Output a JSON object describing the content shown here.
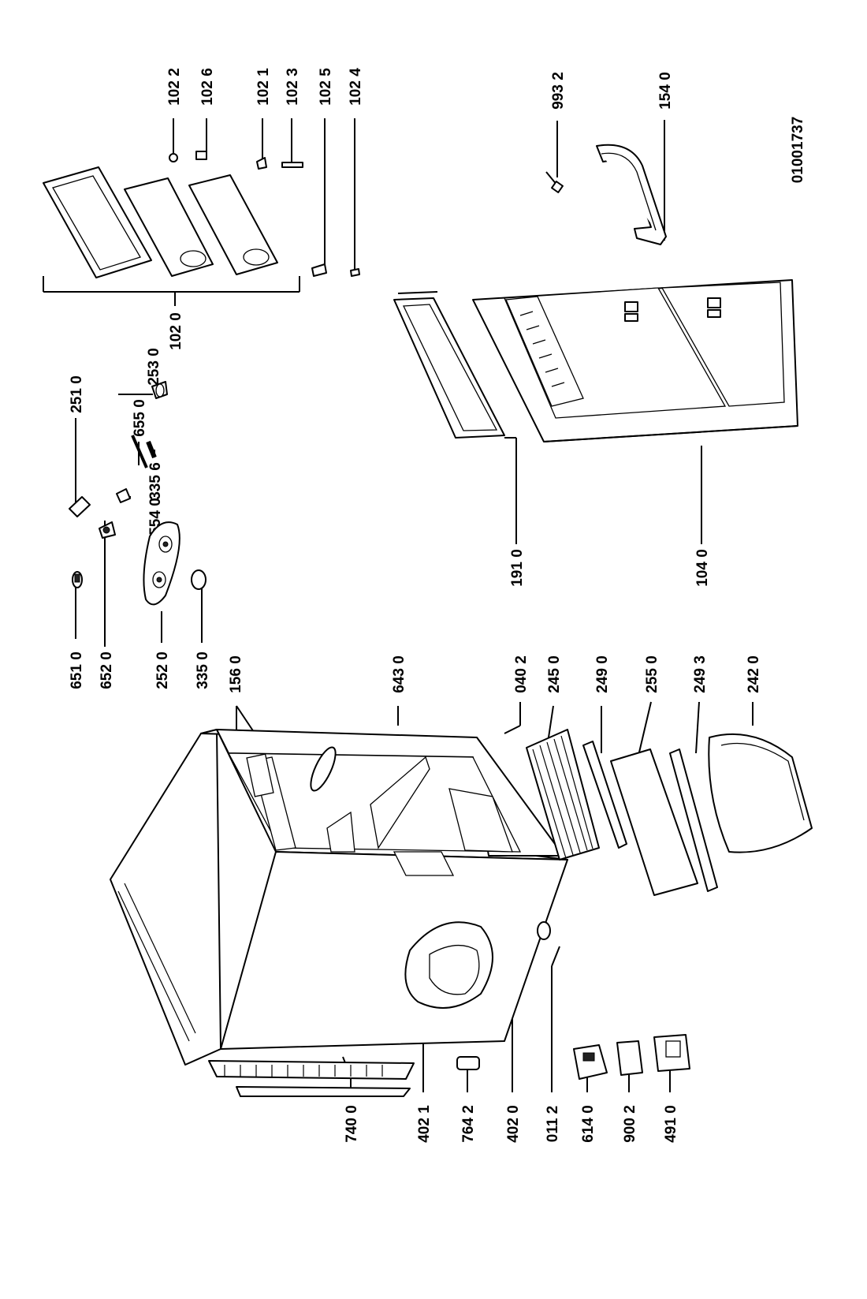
{
  "diagram": {
    "doc_number": "01001737",
    "part_labels": [
      "102 2",
      "102 6",
      "102 1",
      "102 3",
      "102 5",
      "102 4",
      "102 0",
      "993 2",
      "154 0",
      "251 0",
      "253 0",
      "655 0",
      "335 6",
      "554 0",
      "651 0",
      "652 0",
      "252 0",
      "335 0",
      "156 0",
      "643 0",
      "040 2",
      "245 0",
      "249 0",
      "255 0",
      "249 3",
      "242 0",
      "191 0",
      "104 0",
      "740 0",
      "402 1",
      "764 2",
      "402 0",
      "011 2",
      "614 0",
      "900 2",
      "491 0"
    ]
  }
}
